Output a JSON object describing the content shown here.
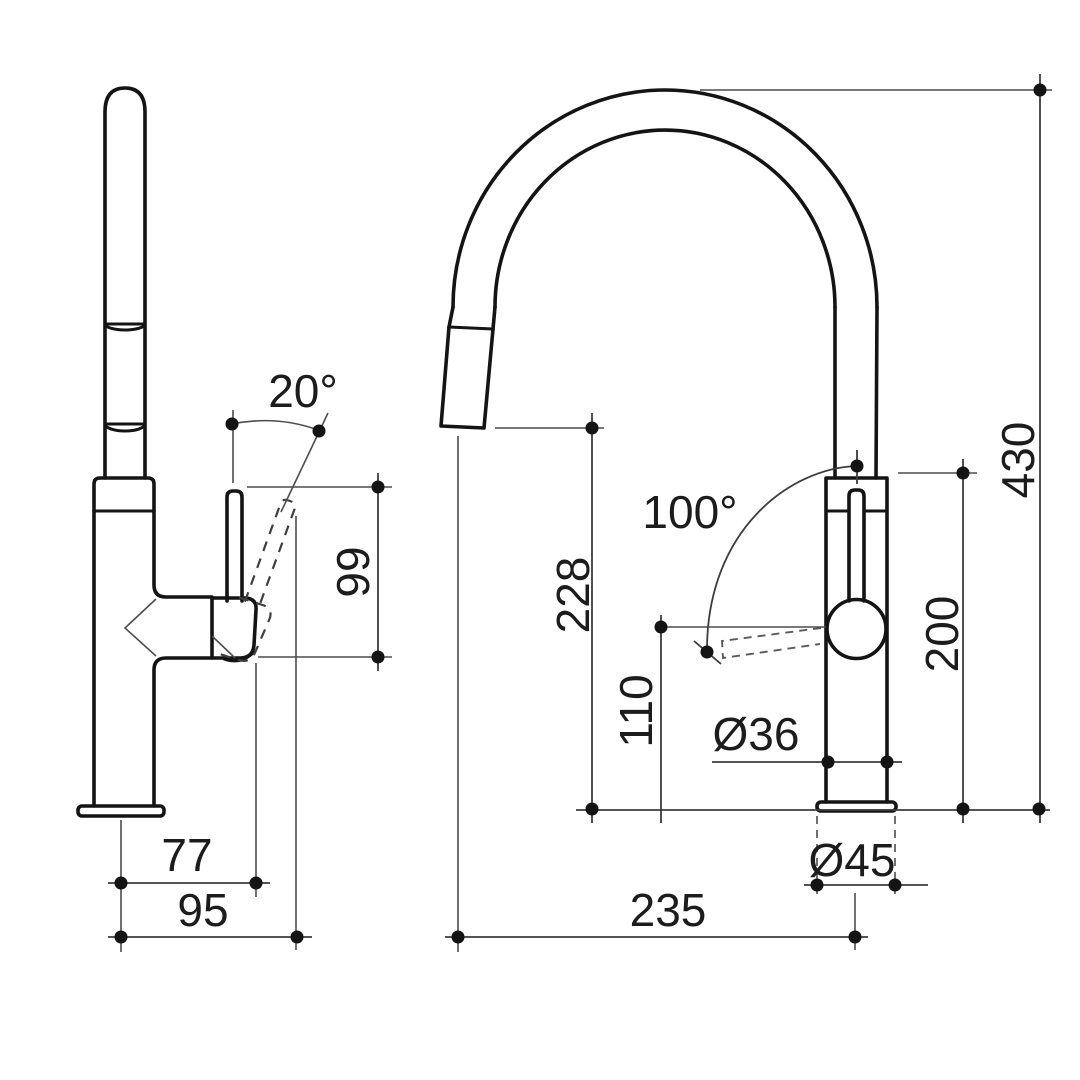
{
  "drawing": {
    "side_view": {
      "handle_tilt_angle": "20°",
      "handle_height": "99",
      "handle_reach": "77",
      "handle_reach_tilted": "95"
    },
    "front_view": {
      "handle_swing_angle": "100°",
      "spout_outlet_height": "228",
      "handle_pivot_height": "110",
      "body_diameter": "Ø36",
      "handle_top_height": "200",
      "overall_height": "430",
      "base_diameter": "Ø45",
      "spout_reach": "235"
    }
  },
  "colors": {
    "background": "#ffffff",
    "outline": "#141414",
    "dimension_line": "#3c3c3c",
    "text": "#1c1c1c"
  }
}
